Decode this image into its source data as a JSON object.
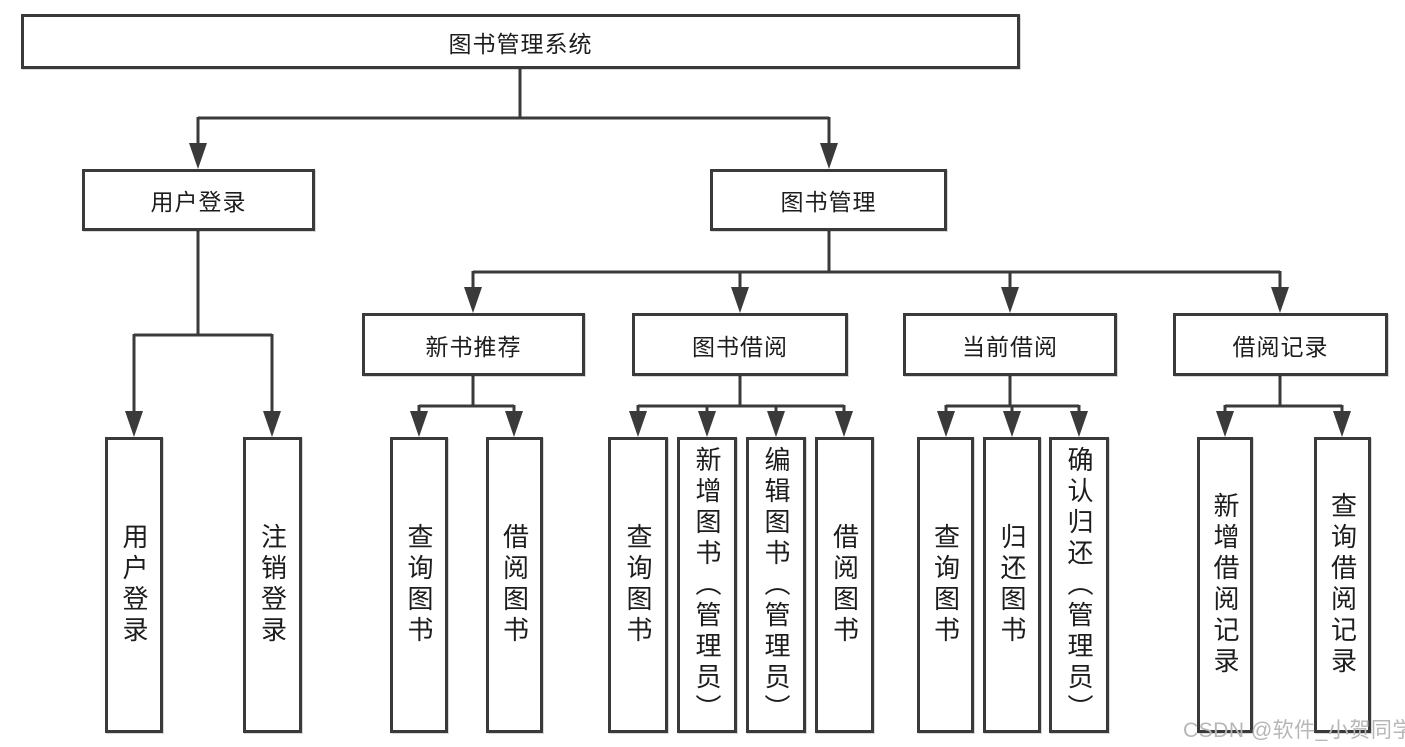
{
  "diagram_title": "图书管理系统",
  "tree": {
    "root": {
      "label": "图书管理系统"
    },
    "level2": [
      {
        "label": "用户登录"
      },
      {
        "label": "图书管理"
      }
    ],
    "level3": [
      {
        "label": "新书推荐"
      },
      {
        "label": "图书借阅"
      },
      {
        "label": "当前借阅"
      },
      {
        "label": "借阅记录"
      }
    ],
    "leaves": {
      "user_login": [
        "用户登录",
        "注销登录"
      ],
      "new_book_recommend": [
        "查询图书",
        "借阅图书"
      ],
      "book_borrow": [
        "查询图书",
        "新增图书（管理员）",
        "编辑图书（管理员）",
        "借阅图书"
      ],
      "current_borrow": [
        "查询图书",
        "归还图书",
        "确认归还（管理员）"
      ],
      "borrow_records": [
        "新增借阅记录",
        "查询借阅记录"
      ]
    }
  },
  "watermark": "CSDN @软件_小贺同学",
  "colors": {
    "line": "#3a3a3a",
    "text": "#1d1d1d",
    "watermark": "#b7b7b7",
    "background": "#ffffff"
  }
}
